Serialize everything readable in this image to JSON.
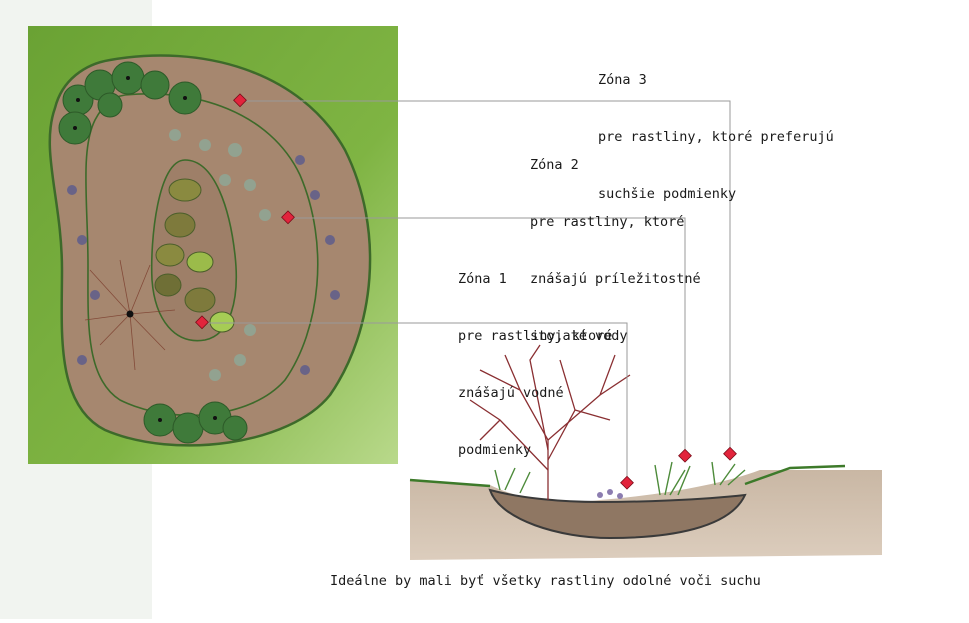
{
  "zones": [
    {
      "id": "zone-3",
      "lines": [
        "Zóna 3",
        "pre rastliny, ktoré preferujú",
        "suchšie podmienky"
      ]
    },
    {
      "id": "zone-2",
      "lines": [
        "Zóna 2",
        "pre rastliny, ktoré",
        "znášajú príležitostné",
        "stojaté vody"
      ]
    },
    {
      "id": "zone-1",
      "lines": [
        "Zóna 1",
        "pre rastliny, ktoré",
        "znášajú vodné",
        "podmienky"
      ]
    }
  ],
  "caption": "Ideálne by mali byť všetky rastliny odolné voči suchu",
  "colors": {
    "lawn": "#74a83c",
    "soil": "#a98b72",
    "outline": "#3d6a2a",
    "shrub": "#3f7a3a",
    "marker": "#e2243c",
    "leader": "#9a9a9a",
    "ground": "#cfbfae"
  }
}
